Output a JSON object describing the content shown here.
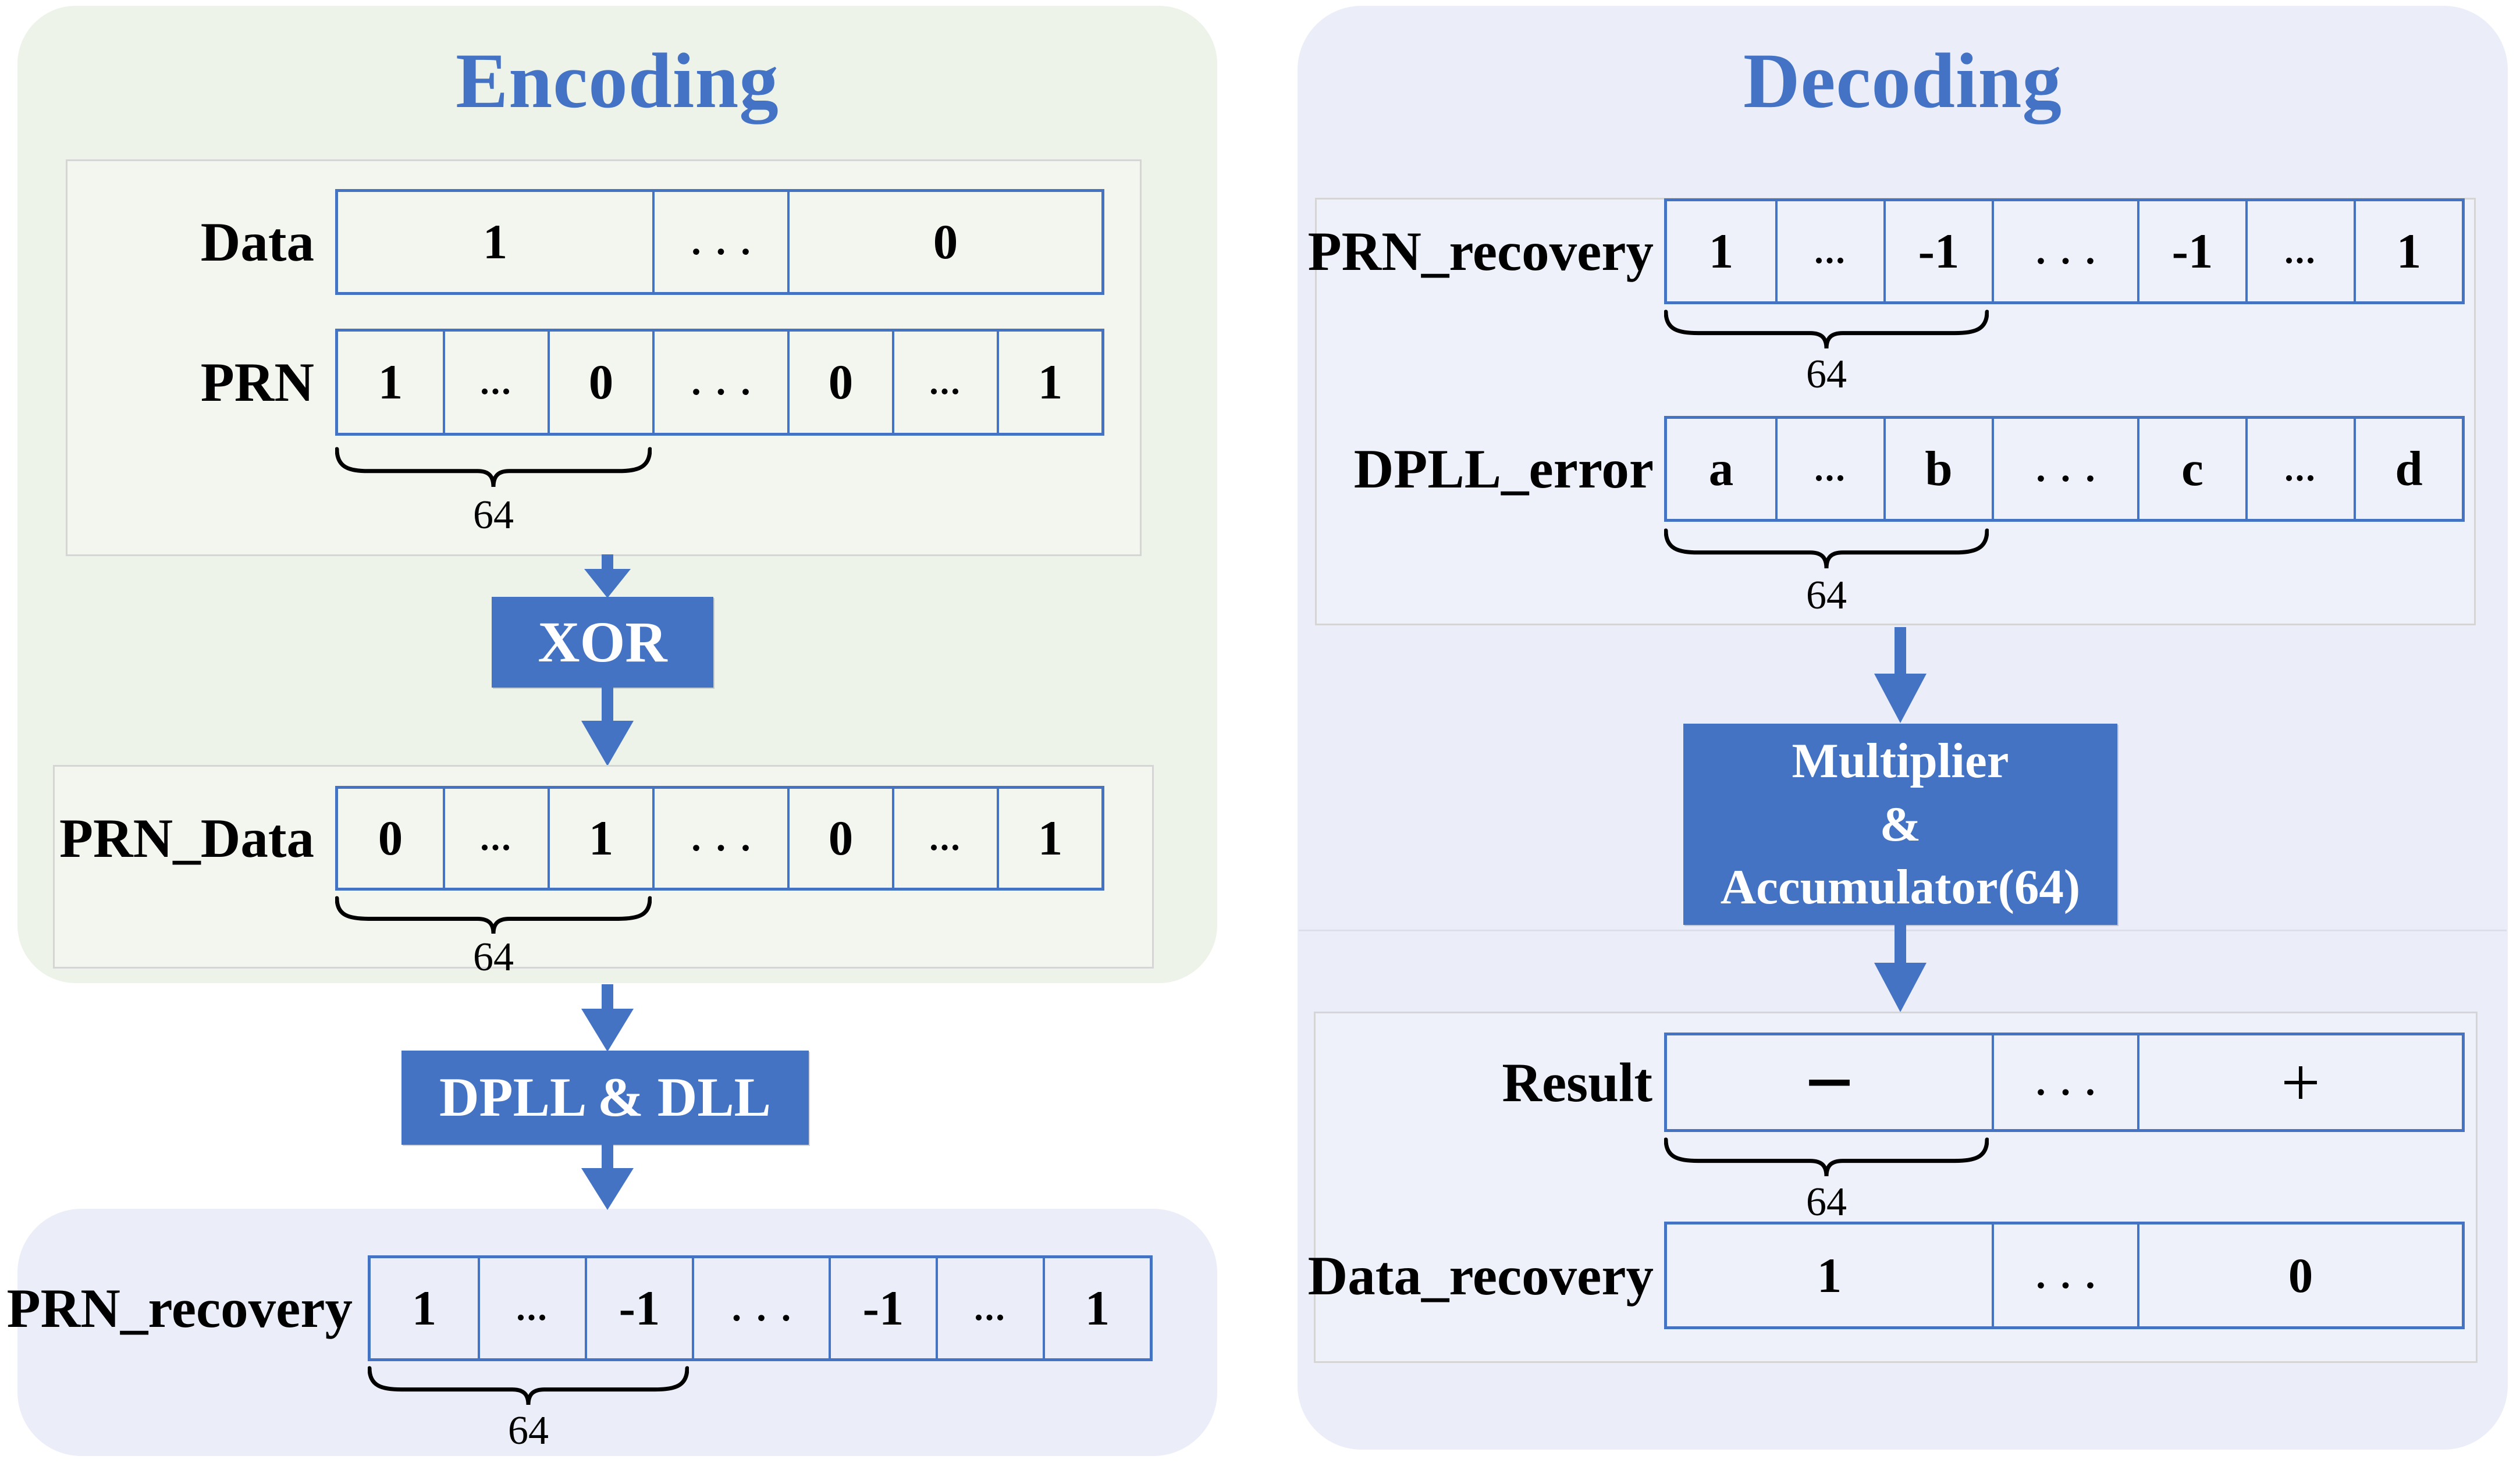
{
  "palette": {
    "accent_blue": "#4573C4",
    "title_blue": "#4472C4",
    "panel_green": "#EDF3E9",
    "panel_blue": "#EBEEF8",
    "box_green_fill": "#F3F6EF",
    "box_blue_fill": "#EEF1F9",
    "box_border_gray": "#D5D5D5",
    "seam_gray": "#DCDFE9",
    "text_black": "#000000",
    "box_text_white": "#FFFFFF"
  },
  "encoding": {
    "title": "Encoding",
    "data_label": "Data",
    "data_cells": [
      "1",
      "...",
      "0"
    ],
    "prn_label": "PRN",
    "prn_cells": [
      "1",
      "...",
      "0",
      "...",
      "0",
      "...",
      "1"
    ],
    "chunk_a": "64",
    "xor_label": "XOR",
    "prn_data_label": "PRN_Data",
    "prn_data_cells": [
      "0",
      "...",
      "1",
      "...",
      "0",
      "...",
      "1"
    ],
    "chunk_b": "64",
    "dpll_dll_label": "DPLL & DLL",
    "prn_recovery_label": "PRN_recovery",
    "prn_recovery_cells": [
      "1",
      "...",
      "-1",
      "...",
      "-1",
      "...",
      "1"
    ],
    "chunk_c": "64"
  },
  "decoding": {
    "title": "Decoding",
    "prn_recovery_label": "PRN_recovery",
    "prn_recovery_cells": [
      "1",
      "...",
      "-1",
      "...",
      "-1",
      "...",
      "1"
    ],
    "chunk_a": "64",
    "dpll_error_label": "DPLL_error",
    "dpll_error_cells": [
      "a",
      "...",
      "b",
      "...",
      "c",
      "...",
      "d"
    ],
    "chunk_b": "64",
    "multiplier_lines": [
      "Multiplier",
      "&",
      "Accumulator(64)"
    ],
    "result_label": "Result",
    "result_cells": [
      "−",
      "...",
      "+"
    ],
    "chunk_c": "64",
    "data_recovery_label": "Data_recovery",
    "data_recovery_cells": [
      "1",
      "...",
      "0"
    ]
  }
}
